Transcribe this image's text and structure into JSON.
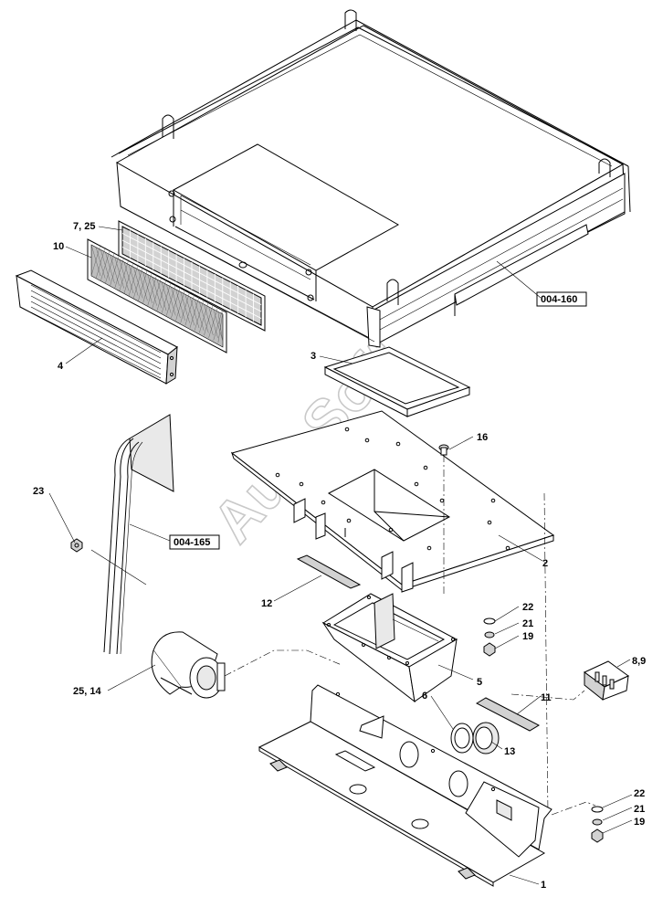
{
  "watermark": "AutoSoft",
  "labels": {
    "p7_25": "7, 25",
    "p10": "10",
    "p4": "4",
    "ref160": "004-160",
    "p3": "3",
    "p16": "16",
    "p23": "23",
    "ref165": "004-165",
    "p2": "2",
    "p12": "12",
    "p22a": "22",
    "p21a": "21",
    "p19a": "19",
    "p8_9": "8,9",
    "p5": "5",
    "p25_14": "25, 14",
    "p6": "6",
    "p11": "11",
    "p13": "13",
    "p22b": "22",
    "p21b": "21",
    "p19b": "19",
    "p1": "1"
  }
}
